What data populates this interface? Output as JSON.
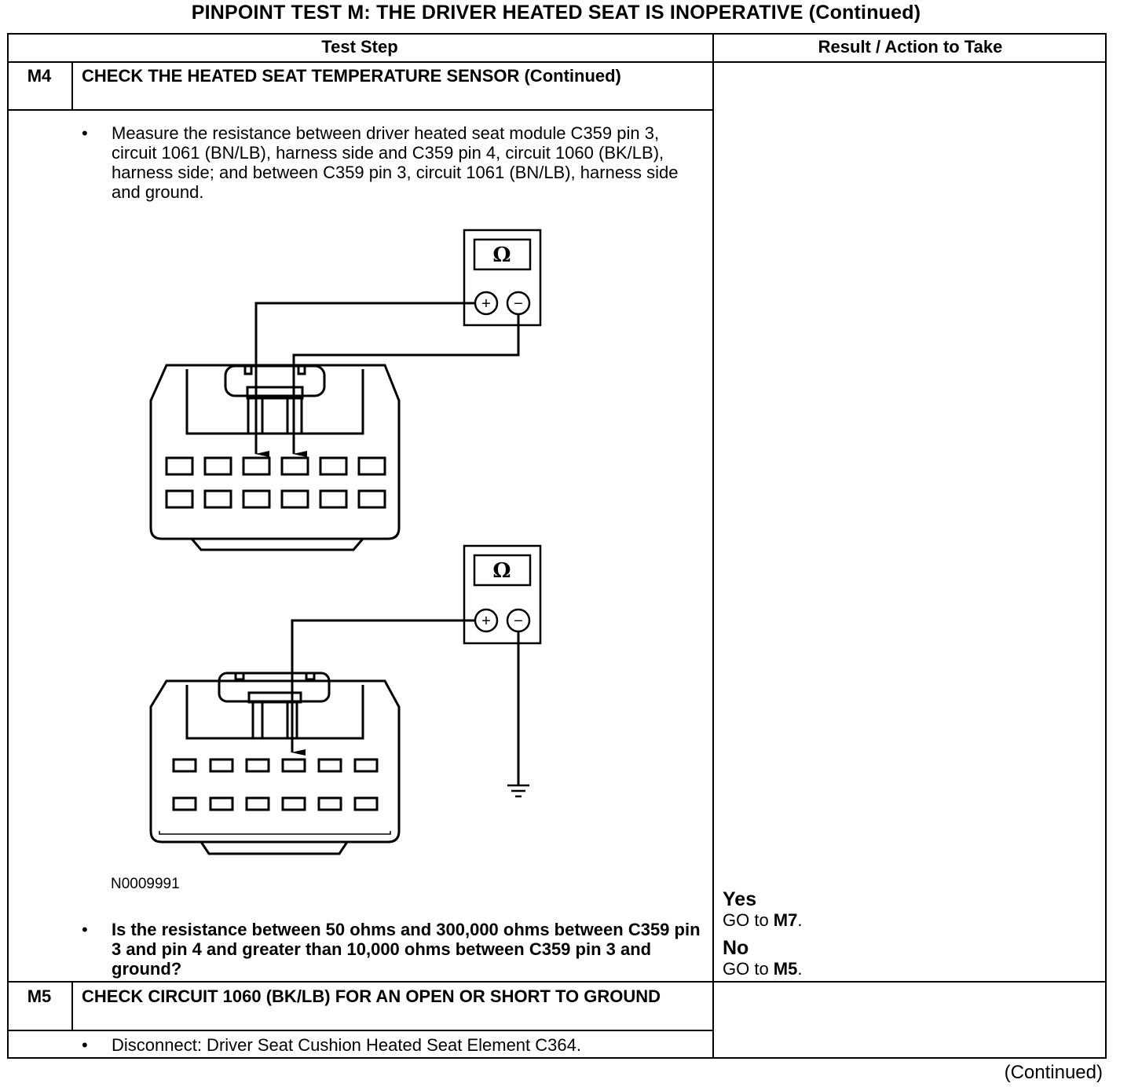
{
  "title": "PINPOINT TEST  M: THE DRIVER HEATED SEAT IS INOPERATIVE (Continued)",
  "headers": {
    "test_step": "Test Step",
    "result_action": "Result / Action to Take"
  },
  "steps": [
    {
      "id": "M4",
      "title": "CHECK THE HEATED SEAT TEMPERATURE SENSOR (Continued)",
      "bullets": [
        "Measure the resistance between driver heated seat module C359 pin 3, circuit 1061 (BN/LB), harness side and C359 pin 4, circuit 1060 (BK/LB), harness side; and between C359 pin 3, circuit 1061 (BN/LB), harness side and ground.",
        "Is the resistance between 50 ohms and 300,000 ohms between C359 pin 3 and pin 4 and greater than 10,000 ohms between C359 pin 3 and ground?"
      ],
      "figure_id": "N0009991",
      "meter_symbol": "Ω",
      "plus": "+",
      "minus": "−",
      "results": [
        {
          "label": "Yes",
          "action_prefix": "GO to ",
          "target": "M7",
          "suffix": "."
        },
        {
          "label": "No",
          "action_prefix": "GO to ",
          "target": "M5",
          "suffix": "."
        }
      ]
    },
    {
      "id": "M5",
      "title": "CHECK CIRCUIT 1060 (BK/LB) FOR AN OPEN OR SHORT TO GROUND",
      "bullets": [
        "Disconnect: Driver Seat Cushion Heated Seat Element C364."
      ]
    }
  ],
  "bullet_char": "•",
  "footer": "(Continued)"
}
